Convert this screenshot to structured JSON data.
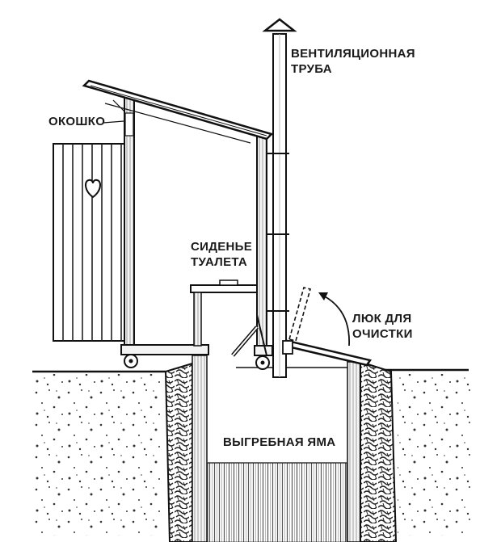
{
  "diagram": {
    "labels": {
      "vent_line1": "ВЕНТИЛЯЦИОННАЯ",
      "vent_line2": "ТРУБА",
      "window": "ОКОШКО",
      "seat_line1": "СИДЕНЬЕ",
      "seat_line2": "ТУАЛЕТА",
      "hatch_line1": "ЛЮК ДЛЯ",
      "hatch_line2": "ОЧИСТКИ",
      "pit": "ВЫГРЕБНАЯ ЯМА"
    },
    "icons": [
      "heart-icon",
      "arrow-up-icon",
      "rotation-arrow-icon"
    ]
  }
}
